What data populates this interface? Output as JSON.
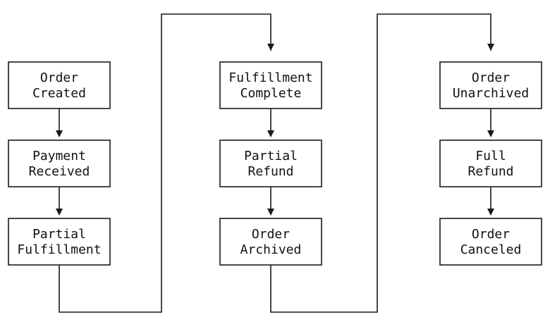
{
  "diagram": {
    "colors": {
      "line": "#1a1a1a",
      "text": "#111111",
      "background": "#ffffff"
    },
    "columns": [
      {
        "nodes": [
          {
            "id": "order-created",
            "lines": [
              "Order",
              "Created"
            ]
          },
          {
            "id": "payment-received",
            "lines": [
              "Payment",
              "Received"
            ]
          },
          {
            "id": "partial-fulfillment",
            "lines": [
              "Partial",
              "Fulfillment"
            ]
          }
        ]
      },
      {
        "nodes": [
          {
            "id": "fulfillment-complete",
            "lines": [
              "Fulfillment",
              "Complete"
            ]
          },
          {
            "id": "partial-refund",
            "lines": [
              "Partial",
              "Refund"
            ]
          },
          {
            "id": "order-archived",
            "lines": [
              "Order",
              "Archived"
            ]
          }
        ]
      },
      {
        "nodes": [
          {
            "id": "order-unarchived",
            "lines": [
              "Order",
              "Unarchived"
            ]
          },
          {
            "id": "full-refund",
            "lines": [
              "Full",
              "Refund"
            ]
          },
          {
            "id": "order-canceled",
            "lines": [
              "Order",
              "Canceled"
            ]
          }
        ]
      }
    ],
    "edges": [
      {
        "from": "order-created",
        "to": "payment-received"
      },
      {
        "from": "payment-received",
        "to": "partial-fulfillment"
      },
      {
        "from": "partial-fulfillment",
        "to": "fulfillment-complete"
      },
      {
        "from": "fulfillment-complete",
        "to": "partial-refund"
      },
      {
        "from": "partial-refund",
        "to": "order-archived"
      },
      {
        "from": "order-archived",
        "to": "order-unarchived"
      },
      {
        "from": "order-unarchived",
        "to": "full-refund"
      },
      {
        "from": "full-refund",
        "to": "order-canceled"
      }
    ]
  }
}
